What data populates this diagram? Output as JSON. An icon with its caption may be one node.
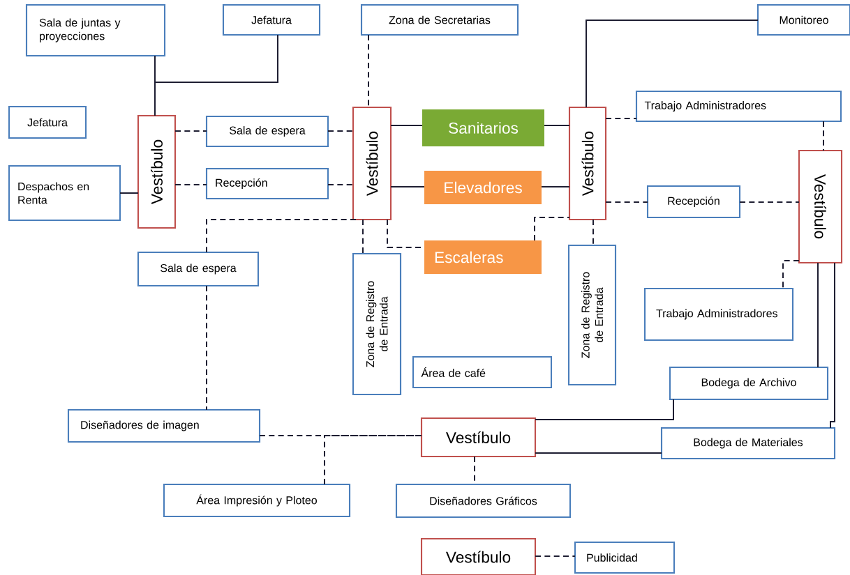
{
  "diagram": {
    "nodes": [
      {
        "text": [
          "Sala de juntas y proyecciones"
        ]
      },
      {
        "text": [
          "Jefatura"
        ]
      },
      {
        "text": [
          "Zona de Secretarias"
        ]
      },
      {
        "text": [
          "Monitoreo"
        ]
      },
      {
        "text": [
          "Jefatura"
        ]
      },
      {
        "text": [
          "Vestíbulo"
        ]
      },
      {
        "text": [
          "Sala de espera"
        ]
      },
      {
        "text": [
          "Despachos en Renta"
        ]
      },
      {
        "text": [
          "Recepción"
        ]
      },
      {
        "text": [
          "Vestíbulo"
        ]
      },
      {
        "text": [
          "Sanitarios"
        ]
      },
      {
        "text": [
          "Elevadores"
        ]
      },
      {
        "text": [
          "Vestíbulo"
        ]
      },
      {
        "text": [
          "Trabajo Administradores"
        ]
      },
      {
        "text": [
          "Recepción"
        ]
      },
      {
        "text": [
          "Vestíbulo"
        ]
      },
      {
        "text": [
          "Escaleras"
        ]
      },
      {
        "text": [
          "Sala de espera"
        ]
      },
      {
        "text": [
          "Zona de Registro de Entrada"
        ]
      },
      {
        "text": [
          "Zona de Registro de Entrada"
        ]
      },
      {
        "text": [
          "Trabajo Administradores"
        ]
      },
      {
        "text": [
          "Área de café"
        ]
      },
      {
        "text": [
          "Bodega de Archivo"
        ]
      },
      {
        "text": [
          "Diseñadores de imagen"
        ]
      },
      {
        "text": [
          "Vestíbulo"
        ]
      },
      {
        "text": [
          "Bodega de Materiales"
        ]
      },
      {
        "text": [
          "Área Impresión y Ploteo"
        ]
      },
      {
        "text": [
          "Diseñadores Gráficos"
        ]
      },
      {
        "text": [
          "Vestíbulo"
        ]
      },
      {
        "text": [
          "Publicidad"
        ]
      }
    ],
    "edges": [
      {
        "from": 0,
        "to": 5,
        "arrow": "none"
      },
      {
        "from": 1,
        "to": 5,
        "arrow": "none"
      },
      {
        "from": 7,
        "to": 5,
        "arrow": "none"
      },
      {
        "from": 5,
        "to": 6,
        "arrow": "none",
        "style": "dashed"
      },
      {
        "from": 6,
        "to": 9,
        "arrow": "none",
        "style": "dashed"
      },
      {
        "from": 5,
        "to": 8,
        "arrow": "none",
        "style": "dashed"
      },
      {
        "from": 8,
        "to": 9,
        "arrow": "none",
        "style": "dashed"
      },
      {
        "from": 2,
        "to": 9,
        "arrow": "none",
        "style": "dashed"
      },
      {
        "from": 9,
        "to": 10,
        "arrow": "none"
      },
      {
        "from": 9,
        "to": 11,
        "arrow": "none"
      },
      {
        "from": 10,
        "to": 12,
        "arrow": "none"
      },
      {
        "from": 11,
        "to": 12,
        "arrow": "none"
      },
      {
        "from": 9,
        "to": 16,
        "arrow": "none",
        "style": "dashed"
      },
      {
        "from": 16,
        "to": 12,
        "arrow": "none",
        "style": "dashed"
      },
      {
        "from": 9,
        "to": 17,
        "arrow": "none",
        "style": "dashed"
      },
      {
        "from": 9,
        "to": 18,
        "arrow": "none",
        "style": "dashed"
      },
      {
        "from": 12,
        "to": 19,
        "arrow": "none",
        "style": "dashed"
      },
      {
        "from": 3,
        "to": 12,
        "arrow": "none"
      },
      {
        "from": 12,
        "to": 13,
        "arrow": "none",
        "style": "dashed"
      },
      {
        "from": 13,
        "to": 15,
        "arrow": "none",
        "style": "dashed"
      },
      {
        "from": 12,
        "to": 14,
        "arrow": "none",
        "style": "dashed"
      },
      {
        "from": 14,
        "to": 15,
        "arrow": "none",
        "style": "dashed"
      },
      {
        "from": 15,
        "to": 20,
        "arrow": "none",
        "style": "dashed"
      },
      {
        "from": 15,
        "to": 22,
        "arrow": "none"
      },
      {
        "from": 15,
        "to": 25,
        "arrow": "none"
      },
      {
        "from": 24,
        "to": 22,
        "arrow": "none"
      },
      {
        "from": 24,
        "to": 25,
        "arrow": "none"
      },
      {
        "from": 17,
        "to": 23,
        "arrow": "none",
        "style": "dashed"
      },
      {
        "from": 23,
        "to": 24,
        "arrow": "none",
        "style": "dashed"
      },
      {
        "from": 26,
        "to": 24,
        "arrow": "none",
        "style": "dashed"
      },
      {
        "from": 24,
        "to": 27,
        "arrow": "none",
        "style": "dashed"
      },
      {
        "from": 28,
        "to": 29,
        "arrow": "none",
        "style": "dashed"
      }
    ]
  }
}
